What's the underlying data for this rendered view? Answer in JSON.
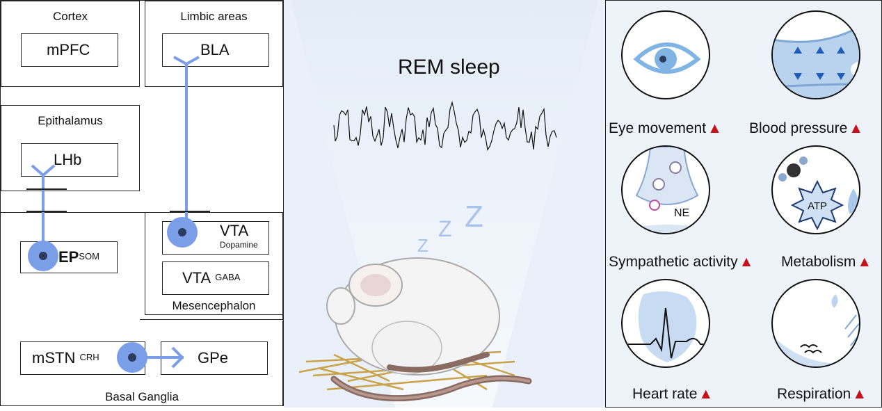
{
  "regions": {
    "cortex": "Cortex",
    "limbic": "Limbic areas",
    "epithalamus": "Epithalamus",
    "mesencephalon": "Mesencephalon",
    "basal_ganglia": "Basal Ganglia"
  },
  "nuclei": {
    "mpfc": "mPFC",
    "bla": "BLA",
    "lhb": "LHb",
    "ep": "EP",
    "ep_sup": "SOM",
    "vta_da": "VTA",
    "vta_da_sub": "Dopamine",
    "vta_gaba": "VTA",
    "vta_gaba_sup": "GABA",
    "mstn": "mSTN",
    "mstn_sup": "CRH",
    "gpe": "GPe"
  },
  "center": {
    "title": "REM sleep",
    "sleep_letters": [
      "Z",
      "Z",
      "Z"
    ]
  },
  "effects": [
    {
      "label": "Eye movement",
      "icon": "eye-icon"
    },
    {
      "label": "Blood pressure",
      "icon": "blood-vessel-icon"
    },
    {
      "label": "Sympathetic activity",
      "icon": "synapse-icon"
    },
    {
      "label": "Metabolism",
      "icon": "atp-icon"
    },
    {
      "label": "Heart rate",
      "icon": "heart-icon"
    },
    {
      "label": "Respiration",
      "icon": "lung-icon"
    }
  ],
  "icon_text": {
    "ne": "NE",
    "atp": "ATP"
  },
  "arrow_glyph": "🠉",
  "colors": {
    "neuron": "#7b9ee8",
    "neuron_core": "#2a3b5e",
    "increase_arrow": "#c8101a",
    "glow": "#dbe6f5"
  }
}
